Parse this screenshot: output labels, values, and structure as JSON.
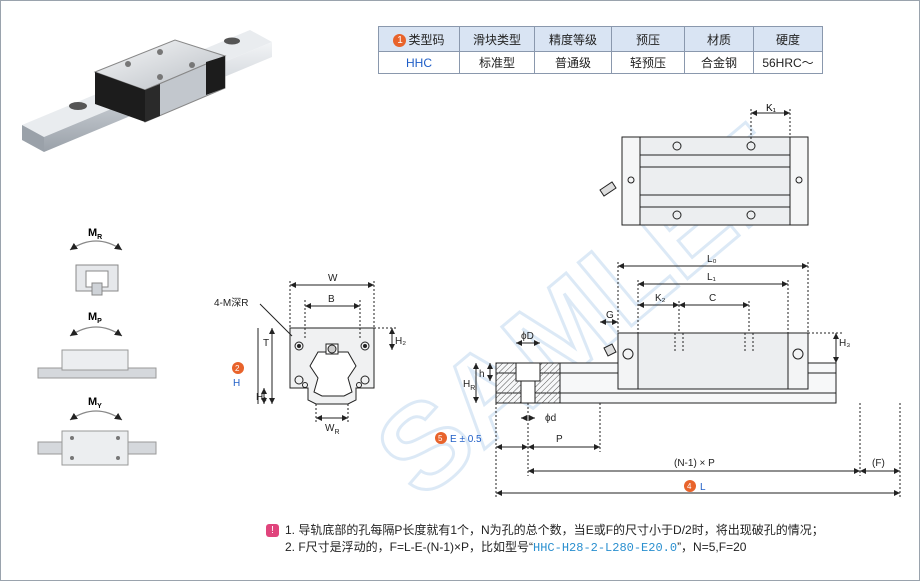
{
  "table": {
    "headers": [
      "类型码",
      "滑块类型",
      "精度等级",
      "预压",
      "材质",
      "硬度"
    ],
    "header_badge": "1",
    "row": [
      "HHC",
      "标准型",
      "普通级",
      "轻预压",
      "合金钢",
      "56HRC～"
    ]
  },
  "moments": {
    "mr": "M",
    "mr_sub": "R",
    "mp": "M",
    "mp_sub": "P",
    "my": "M",
    "my_sub": "Y"
  },
  "end_view": {
    "W": "W",
    "B": "B",
    "screw": "4-M深R",
    "T": "T",
    "H2": "H₂",
    "H": "H",
    "H_badge": "2",
    "H1": "H₁",
    "WR": "W",
    "WR_sub": "R"
  },
  "top_view": {
    "K1": "K₁"
  },
  "side_view": {
    "L0": "L₀",
    "L1": "L₁",
    "K2": "K₂",
    "C": "C",
    "G": "G",
    "phiD": "ϕD",
    "h": "h",
    "HR": "H",
    "HR_sub": "R",
    "phid": "ϕd",
    "H3": "H₃",
    "E": "E ± 0.5",
    "E_badge": "5",
    "P": "P",
    "NP": "(N-1) × P",
    "F": "(F)",
    "L": "L",
    "L_badge": "4"
  },
  "watermark": "SAMLEE",
  "notes": {
    "note1": "1. 导轨底部的孔每隔P长度就有1个，N为孔的总个数，当E或F的尺寸小于D/2时，将出现破孔的情况；",
    "note2_pre": "2. F尺寸是浮动的，F=L-E-(N-1)×P，比如型号“",
    "note2_code": "HHC-H28-2-L280-E20.0",
    "note2_post": "”，N=5,F=20"
  },
  "colors": {
    "accent": "#e8632b",
    "blue": "#1f5ec7",
    "dim": "#222222"
  }
}
